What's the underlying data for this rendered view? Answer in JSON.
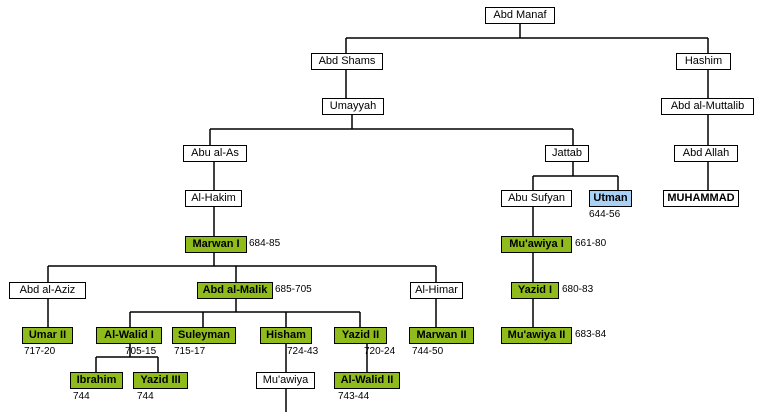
{
  "colors": {
    "ruler_fill": "#8fbc1a",
    "highlight_fill": "#a9d0f5",
    "default_fill": "#ffffff",
    "line": "#000000"
  },
  "nodes": {
    "abd_manaf": "Abd Manaf",
    "abd_shams": "Abd Shams",
    "hashim": "Hashim",
    "umayyah": "Umayyah",
    "abd_al_muttalib": "Abd al-Muttalib",
    "abu_al_as": "Abu al-As",
    "jattab": "Jattab",
    "abd_allah": "Abd Allah",
    "al_hakim": "Al-Hakim",
    "abu_sufyan": "Abu Sufyan",
    "utman": "Utman",
    "muhammad": "MUHAMMAD",
    "marwan_i": "Marwan I",
    "muawiya_i": "Mu'awiya I",
    "abd_al_aziz": "Abd al-Aziz",
    "abd_al_malik": "Abd al-Malik",
    "al_himar": "Al-Himar",
    "yazid_i": "Yazid I",
    "umar_ii": "Umar II",
    "al_walid_i": "Al-Walid I",
    "suleyman": "Suleyman",
    "hisham": "Hisham",
    "yazid_ii": "Yazid II",
    "marwan_ii": "Marwan II",
    "muawiya_ii": "Mu'awiya II",
    "ibrahim": "Ibrahim",
    "yazid_iii": "Yazid III",
    "muawiya_son_of_hisham": "Mu'awiya",
    "al_walid_ii": "Al-Walid II"
  },
  "dates": {
    "utman": "644-56",
    "marwan_i": "684-85",
    "muawiya_i": "661-80",
    "abd_al_malik": "685-705",
    "yazid_i": "680-83",
    "umar_ii": "717-20",
    "al_walid_i": "705-15",
    "suleyman": "715-17",
    "hisham": "724-43",
    "yazid_ii": "720-24",
    "marwan_ii": "744-50",
    "muawiya_ii": "683-84",
    "ibrahim": "744",
    "yazid_iii": "744",
    "al_walid_ii": "743-44"
  }
}
